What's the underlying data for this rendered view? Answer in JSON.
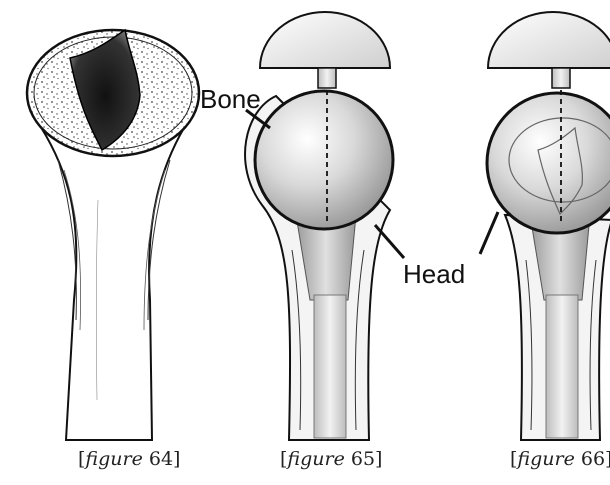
{
  "labels": {
    "bone": "Bone",
    "head": "Head"
  },
  "figures": [
    {
      "open": "[",
      "italic": "figure",
      "number": " 64",
      "close": "]"
    },
    {
      "open": "[",
      "italic": "figure",
      "number": " 65",
      "close": "]"
    },
    {
      "open": "[",
      "italic": "figure",
      "number": " 66",
      "close": "]"
    }
  ]
}
